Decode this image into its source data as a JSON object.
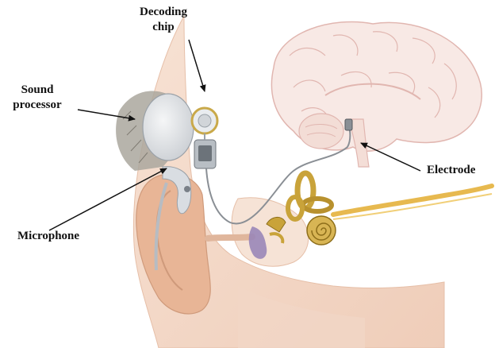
{
  "labels": {
    "decoding_chip": {
      "line1": "Decoding",
      "line2": "chip"
    },
    "sound_processor": {
      "line1": "Sound",
      "line2": "processor"
    },
    "microphone": "Microphone",
    "electrode": "Electrode"
  },
  "colors": {
    "brain_fill": "#f7e6e1",
    "brain_line": "#dcaaa3",
    "skin": "#f4dccd",
    "skin_shadow": "#e6bfa8",
    "ear": "#e8b596",
    "hair": "#a8a49a",
    "processor": "#e3e6e9",
    "chip_gold": "#c9a94a",
    "cochlea": "#c9a33a",
    "nerve": "#e7b94f",
    "eardrum": "#9a86b8",
    "arrow": "#111111"
  }
}
